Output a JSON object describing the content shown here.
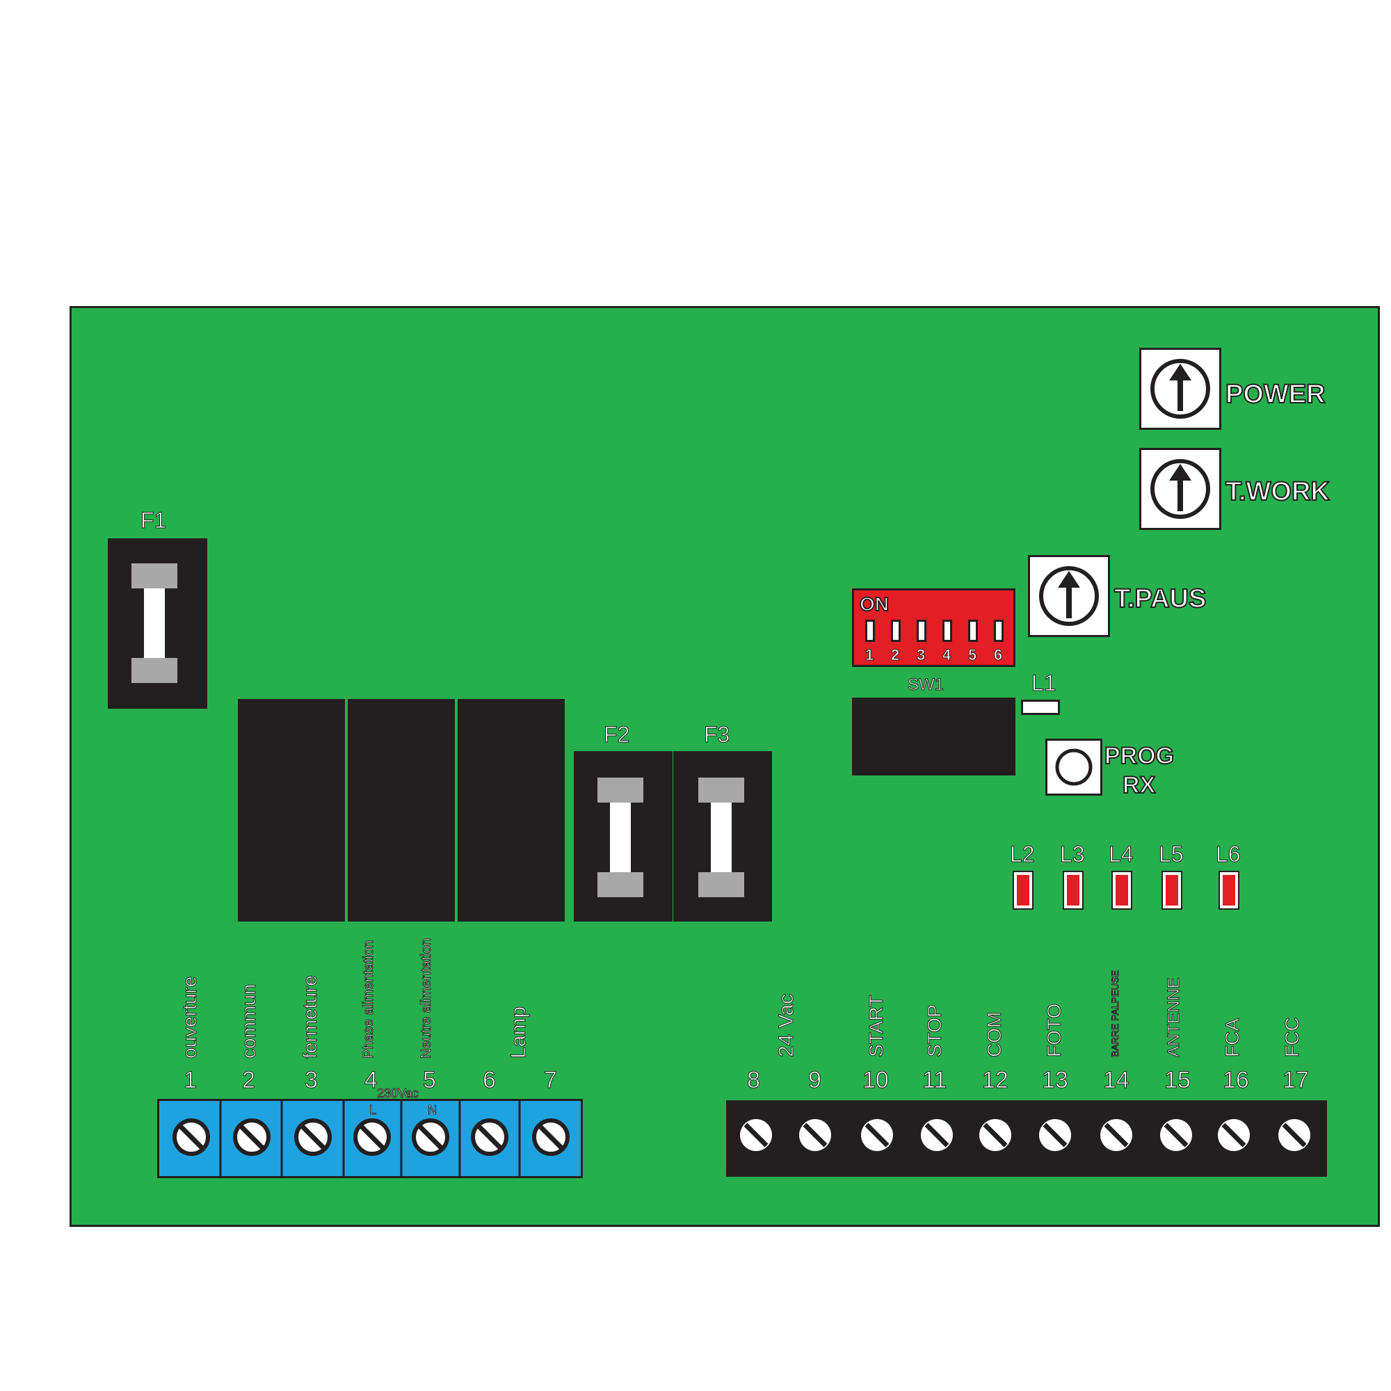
{
  "fuses": {
    "f1": "F1",
    "f2": "F2",
    "f3": "F3"
  },
  "trimmers": {
    "power": "POWER",
    "twork": "T.WORK",
    "tpaus": "T.PAUS"
  },
  "dip_switch": {
    "on_label": "ON",
    "switch_numbers": [
      "1",
      "2",
      "3",
      "4",
      "5",
      "6"
    ],
    "label": "SW1"
  },
  "button": {
    "line1": "PROG",
    "line2": "RX"
  },
  "leds": [
    "L1",
    "L2",
    "L3",
    "L4",
    "L5",
    "L6"
  ],
  "terminals_left": {
    "numbers": [
      "1",
      "2",
      "3",
      "4",
      "5",
      "6",
      "7"
    ],
    "labels": [
      "ouverture",
      "commun",
      "fermeture",
      "Phase alimentation",
      "Neutre alimentation",
      "Lamp"
    ],
    "voltage": "230Vac",
    "phase": "L",
    "neutral": "N"
  },
  "terminals_right": {
    "numbers": [
      "8",
      "9",
      "10",
      "11",
      "12",
      "13",
      "14",
      "15",
      "16",
      "17"
    ],
    "labels": [
      "24 Vac",
      "START",
      "STOP",
      "COM",
      "FOTO",
      "BARRE PALPEUSE",
      "ANTENNE",
      "FCA",
      "FCC"
    ]
  },
  "colors": {
    "board": "#26b04d",
    "component": "#231f20",
    "terminal_blue": "#1ea3e0",
    "dip_red": "#e31e24",
    "led_red": "#e31e24"
  }
}
